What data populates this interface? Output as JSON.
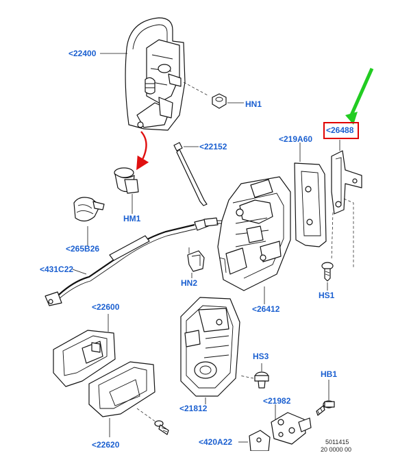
{
  "labels": {
    "p22400": "<22400",
    "hn1": "HN1",
    "p22152": "<22152",
    "p219a60": "<219A60",
    "p26488": "<26488",
    "hm1": "HM1",
    "p265b26": "<265B26",
    "p431c22": "<431C22",
    "hn2": "HN2",
    "p26412": "<26412",
    "hs1": "HS1",
    "p22600": "<22600",
    "hs3": "HS3",
    "hb1": "HB1",
    "p21812": "<21812",
    "p21982": "<21982",
    "p22620": "<22620",
    "p420a22": "<420A22"
  },
  "footer": {
    "code": "5011415",
    "sub": "20 0000 00"
  },
  "colors": {
    "label": "#1a5fd0",
    "highlight_box": "#e00000",
    "green_arrow": "#22cc22",
    "red_arrow": "#e01010"
  },
  "highlighted_label": "p26488"
}
